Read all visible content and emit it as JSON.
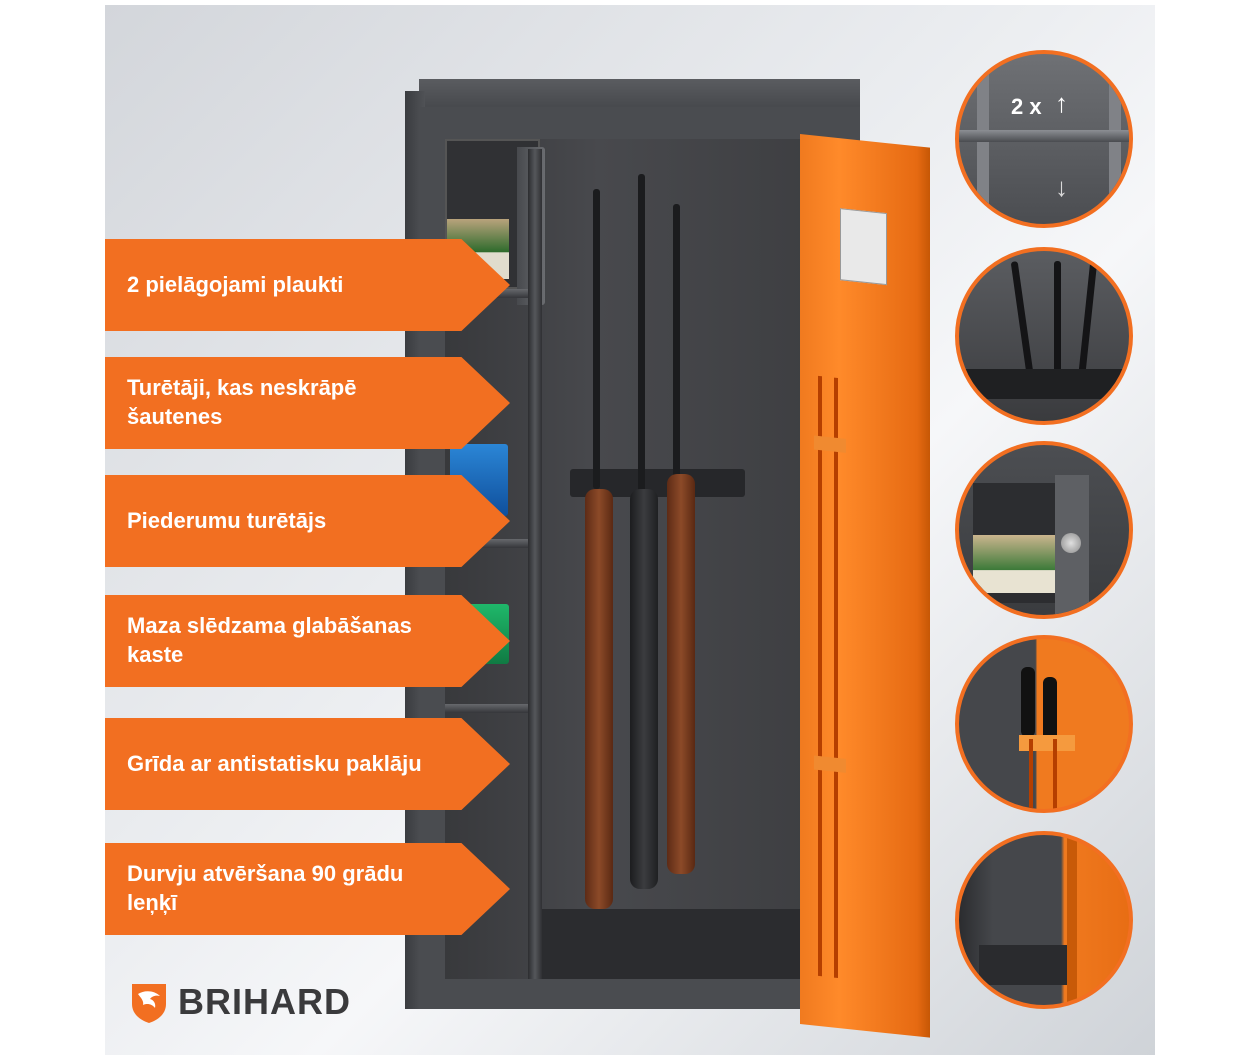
{
  "callouts": [
    {
      "label": "2 pielāgojami plaukti"
    },
    {
      "label": "Turētāji, kas neskrāpē šautenes"
    },
    {
      "label": "Piederumu turētājs"
    },
    {
      "label": "Maza slēdzama glabāšanas kaste"
    },
    {
      "label": "Grīda ar antistatisku paklāju"
    },
    {
      "label": "Durvju atvēršana 90 grādu leņķī"
    }
  ],
  "details": {
    "shelves": {
      "count_label": "2 x",
      "up_icon": "arrow-up-icon",
      "down_icon": "arrow-down-icon"
    }
  },
  "brand": {
    "name": "BRIHARD",
    "logo_icon": "eagle-shield-icon"
  },
  "colors": {
    "accent": "#f26f21",
    "safe_body": "#4a4c50",
    "door": "#f07a1f"
  }
}
